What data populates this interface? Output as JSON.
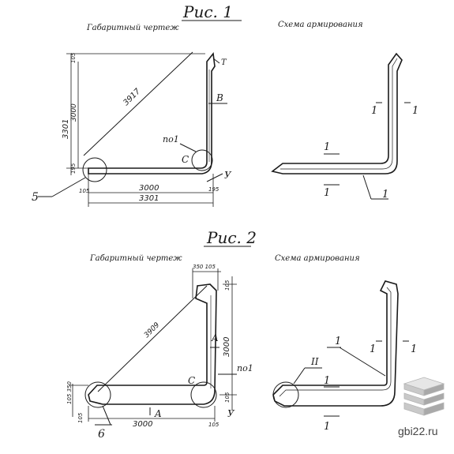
{
  "figure1": {
    "title": "Рис. 1",
    "left_caption": "Габаритный чертеж",
    "right_caption": "Схема армирования",
    "dims": {
      "height_total": "3301",
      "height_inner": "3000",
      "top_small": "105",
      "bottom_small": "195",
      "diagonal": "3917",
      "width_inner": "3000",
      "width_total": "3301",
      "left_small": "105",
      "right_small": "195"
    },
    "labels": {
      "ref_5": "5",
      "po1": "по1",
      "c": "C",
      "b": "B",
      "y": "У",
      "t": "Т"
    },
    "rebar": {
      "section": "1",
      "bar": "1"
    }
  },
  "figure2": {
    "title": "Рис. 2",
    "left_caption": "Габаритный чертеж",
    "right_caption": "Схема армирования",
    "dims": {
      "top_pair": "350 105",
      "right_top": "105",
      "diagonal": "3909",
      "height_inner": "3000",
      "right_bottom": "105",
      "left_pair": "105 350",
      "left_bottom": "105",
      "width_inner": "3000",
      "right_small": "105"
    },
    "labels": {
      "ref_6": "6",
      "po1": "по1",
      "c": "C",
      "a_right": "A",
      "a_bottom": "A",
      "y": "У"
    },
    "rebar": {
      "section": "1",
      "bar": "1",
      "detail": "II"
    }
  },
  "watermark": {
    "site": "gbi22.ru",
    "logo_icon": "stacked-slabs-icon"
  }
}
